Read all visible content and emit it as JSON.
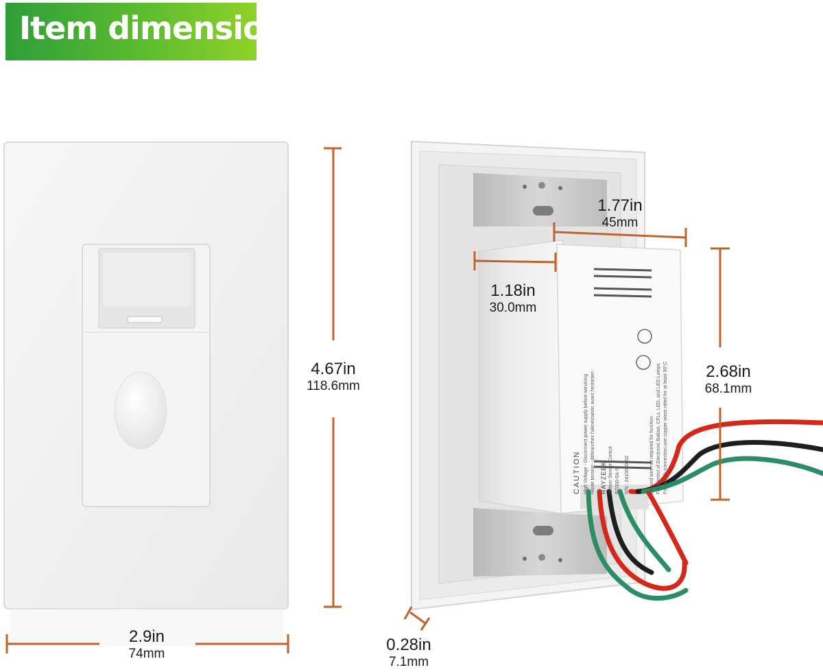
{
  "banner": {
    "title": "Item dimensions",
    "colors": [
      "#2f9e3a",
      "#8fd12a"
    ]
  },
  "accent_color": "#c0622a",
  "dimensions": {
    "plate_height": {
      "in": "4.67in",
      "mm": "118.6mm"
    },
    "plate_width": {
      "in": "2.9in",
      "mm": "74mm"
    },
    "depth_plate": {
      "in": "0.28in",
      "mm": "7.1mm"
    },
    "box_width": {
      "in": "1.77in",
      "mm": "45mm"
    },
    "box_depth": {
      "in": "1.18in",
      "mm": "30.0mm"
    },
    "box_height": {
      "in": "2.68in",
      "mm": "68.1mm"
    }
  },
  "device_label": {
    "caution": "CAUTION",
    "warning_1": "High Voltage - Disconnect power supply before servicing",
    "warning_2": "Haute tension - débranchez l'alimentation avant l'entretien",
    "brand": "RAYZEEK",
    "product": "Motion Sensor Control",
    "model": "RZ020-5A-S",
    "ground_note": "Ground wire not required for function",
    "lamps_note": "For Control of Electronic Ballast, CFLs, LED, and LED Lamps",
    "wire_note": "For supply connection,use copper wires rated for at least 90°C",
    "serial": "S/N : 2410000002"
  }
}
